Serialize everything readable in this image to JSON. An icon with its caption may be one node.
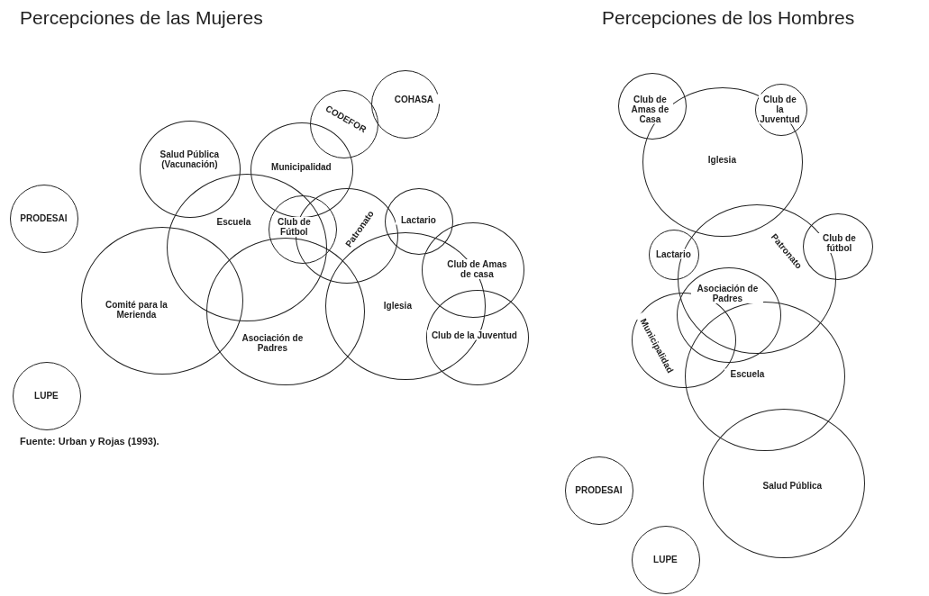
{
  "diagram": {
    "caption": "Fuente: Urban y Rojas (1993).",
    "labels": [
      "Percepciones de las Mujeres",
      "Percepciones de los Hombres"
    ],
    "nodes": [
      {
        "text": [
          "COHASA"
        ]
      },
      {
        "text": [
          "CODEFOR"
        ]
      },
      {
        "text": [
          "Salud Pública (Vacunación)"
        ]
      },
      {
        "text": [
          "Municipalidad"
        ]
      },
      {
        "text": [
          "PRODESAI"
        ]
      },
      {
        "text": [
          "Escuela"
        ]
      },
      {
        "text": [
          "Club de Fútbol"
        ]
      },
      {
        "text": [
          "Patronato"
        ]
      },
      {
        "text": [
          "Lactario"
        ]
      },
      {
        "text": [
          "Club de Amas de casa"
        ]
      },
      {
        "text": [
          "Comité para la Merienda"
        ]
      },
      {
        "text": [
          "Asociación de Padres"
        ]
      },
      {
        "text": [
          "Iglesia"
        ]
      },
      {
        "text": [
          "Club de la Juventud"
        ]
      },
      {
        "text": [
          "LUPE"
        ]
      },
      {
        "text": [
          "Club de Amas de Casa"
        ]
      },
      {
        "text": [
          "Club de la Juventud"
        ]
      },
      {
        "text": [
          "Iglesia"
        ]
      },
      {
        "text": [
          "Lactario"
        ]
      },
      {
        "text": [
          "Club de fútbol"
        ]
      },
      {
        "text": [
          "Patronato"
        ]
      },
      {
        "text": [
          "Asociación de Padres"
        ]
      },
      {
        "text": [
          "Municipalidad"
        ]
      },
      {
        "text": [
          "Escuela"
        ]
      },
      {
        "text": [
          "PRODESAI"
        ]
      },
      {
        "text": [
          "Salud Pública"
        ]
      },
      {
        "text": [
          "LUPE"
        ]
      }
    ]
  }
}
